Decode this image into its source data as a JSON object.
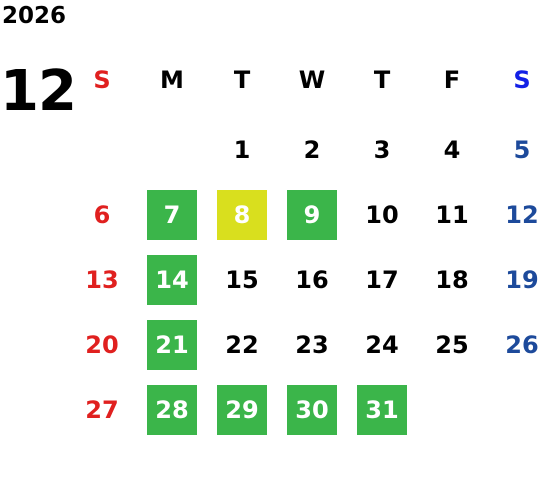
{
  "calendar": {
    "year": "2026",
    "month": "12",
    "weekdays": [
      "S",
      "M",
      "T",
      "W",
      "T",
      "F",
      "S"
    ],
    "weeks": [
      [
        "",
        "",
        "1",
        "2",
        "3",
        "4",
        "5"
      ],
      [
        "6",
        "7",
        "8",
        "9",
        "10",
        "11",
        "12"
      ],
      [
        "13",
        "14",
        "15",
        "16",
        "17",
        "18",
        "19"
      ],
      [
        "20",
        "21",
        "22",
        "23",
        "24",
        "25",
        "26"
      ],
      [
        "27",
        "28",
        "29",
        "30",
        "31",
        "",
        ""
      ]
    ],
    "highlighted_green": [
      "7",
      "9",
      "14",
      "21",
      "28",
      "29",
      "30",
      "31"
    ],
    "highlighted_yellow": [
      "8"
    ]
  },
  "colors": {
    "sunday": "#e0201f",
    "saturday_header": "#1320e6",
    "saturday": "#1d4a9b",
    "green_highlight": "#3bb54a",
    "yellow_highlight": "#d9df1e"
  }
}
